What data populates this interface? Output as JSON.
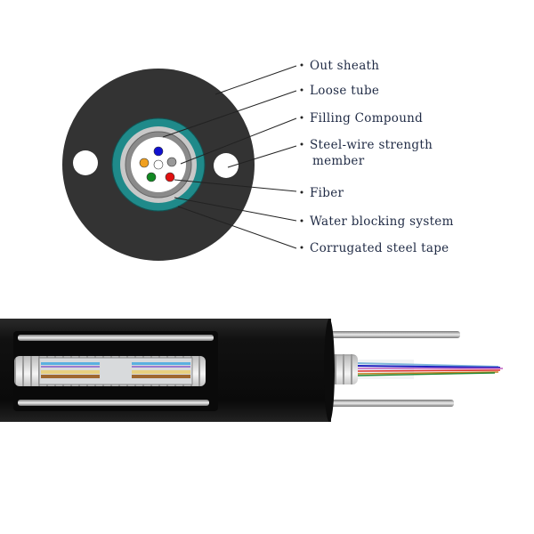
{
  "labels": [
    {
      "text": "Out sheath"
    },
    {
      "text": "Loose tube"
    },
    {
      "text": "Filling Compound"
    },
    {
      "text": "Steel-wire strength",
      "text2": "member"
    },
    {
      "text": "Fiber"
    },
    {
      "text": "Water blocking system"
    },
    {
      "text": "Corrugated steel tape"
    }
  ],
  "colors": {
    "sheath": "#333333",
    "water_blocking": "#1f8a8a",
    "fiber_colors": [
      "#1010d0",
      "#f0a020",
      "#999999",
      "#ffffff",
      "#118822",
      "#e01010"
    ]
  }
}
